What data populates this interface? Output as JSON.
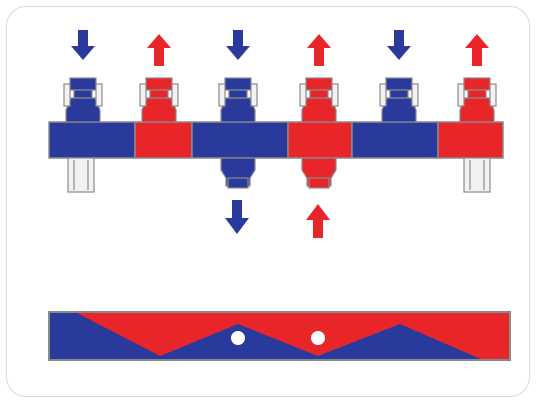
{
  "colors": {
    "cold": "#2a3a9c",
    "hot": "#e8262a",
    "outline": "#8a8a8a",
    "stub_fill": "#f2f2f2",
    "card_border": "#d8d8d8"
  },
  "manifold": {
    "top_ports": [
      {
        "color": "cold",
        "flow": "down"
      },
      {
        "color": "hot",
        "flow": "up"
      },
      {
        "color": "cold",
        "flow": "down"
      },
      {
        "color": "hot",
        "flow": "up"
      },
      {
        "color": "cold",
        "flow": "down"
      },
      {
        "color": "hot",
        "flow": "up"
      }
    ],
    "bottom_ports": [
      {
        "type": "plug"
      },
      {
        "color": "cold",
        "flow": "down"
      },
      {
        "color": "hot",
        "flow": "up"
      },
      {
        "type": "plug"
      }
    ]
  },
  "separator": {
    "icons": [
      "hole-icon",
      "hole-icon"
    ]
  }
}
